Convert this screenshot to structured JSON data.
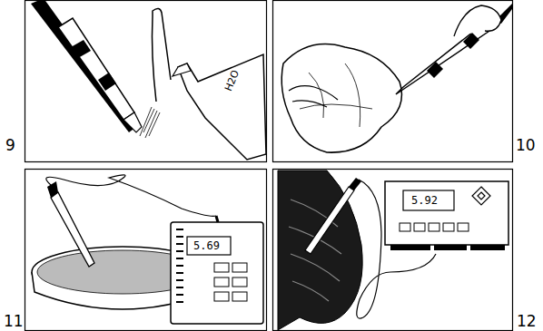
{
  "diagram": {
    "labels": [
      "9",
      "10",
      "11",
      "12",
      "H2O",
      "5.69",
      "5.92"
    ]
  }
}
